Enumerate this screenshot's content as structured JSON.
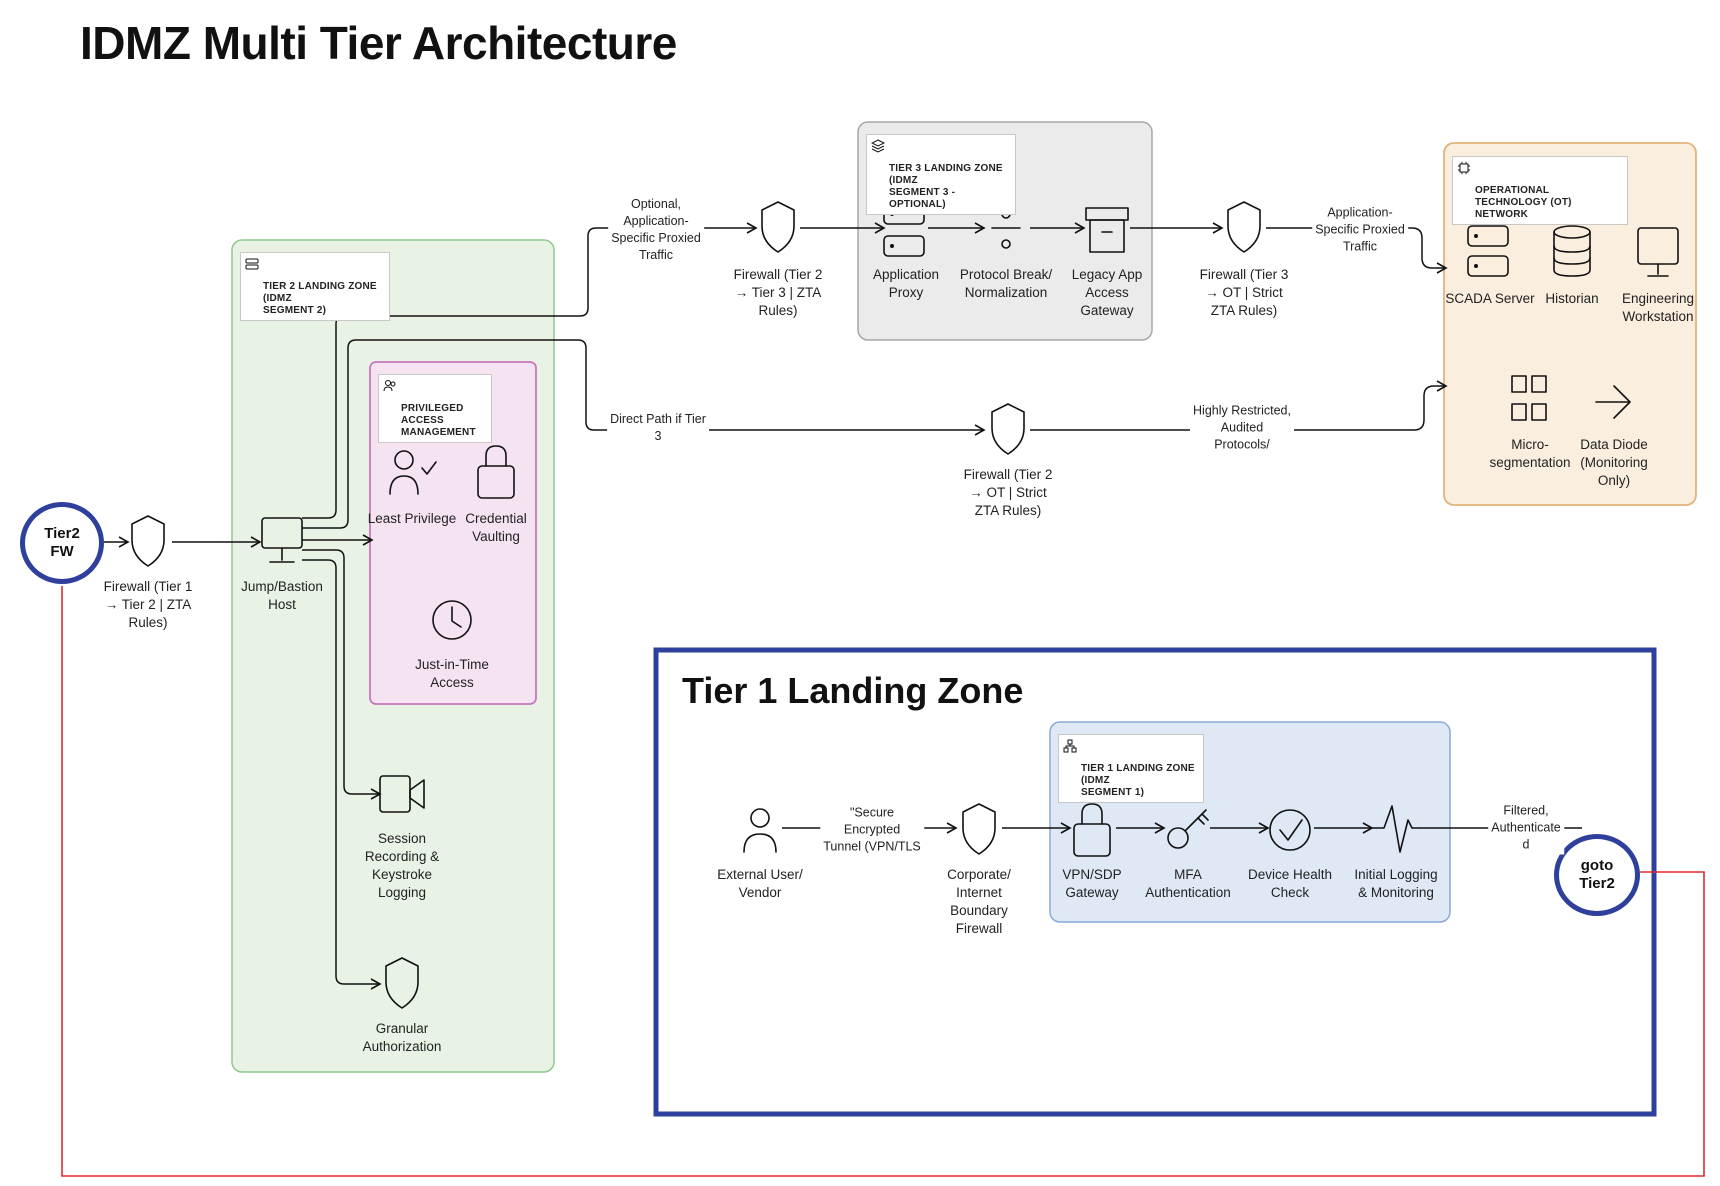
{
  "title": "IDMZ Multi Tier Architecture",
  "colors": {
    "tier2_fill": "#e8f3e6",
    "tier2_border": "#8ec98d",
    "pam_fill": "#f6e3f2",
    "pam_border": "#c678bb",
    "tier3_fill": "#ebebeb",
    "tier3_border": "#a8a8a8",
    "ot_fill": "#faeedf",
    "ot_border": "#e3b27a",
    "tier1_fill": "#dfe9f6",
    "tier1_border": "#8aaad4",
    "frame": "#2e3f9c",
    "loop": "#e02b2b",
    "line": "#111111"
  },
  "connectors": {
    "tier2_fw": "Tier2\nFW",
    "goto_tier2": "goto\nTier2"
  },
  "zones": {
    "tier2": "TIER 2 LANDING ZONE (IDMZ\nSEGMENT 2)",
    "pam": "PRIVILEGED ACCESS\nMANAGEMENT",
    "tier3": "TIER 3 LANDING ZONE (IDMZ\nSEGMENT 3 - OPTIONAL)",
    "ot": "OPERATIONAL TECHNOLOGY (OT)\nNETWORK",
    "tier1": "TIER 1 LANDING ZONE (IDMZ\nSEGMENT 1)",
    "tier1_frame_title": "Tier 1 Landing Zone"
  },
  "nodes": {
    "fw_t1_t2": "Firewall (Tier 1\n→ Tier 2 | ZTA\nRules)",
    "jump_host": "Jump/Bastion\nHost",
    "least_privilege": "Least Privilege",
    "credential_vaulting": "Credential\nVaulting",
    "jit_access": "Just-in-Time\nAccess",
    "session_recording": "Session\nRecording &\nKeystroke\nLogging",
    "granular_auth": "Granular\nAuthorization",
    "fw_t2_t3": "Firewall (Tier 2\n→ Tier 3 | ZTA\nRules)",
    "app_proxy": "Application\nProxy",
    "protocol_break": "Protocol Break/\nNormalization",
    "legacy_gateway": "Legacy App\nAccess\nGateway",
    "fw_t3_ot": "Firewall (Tier 3\n→ OT | Strict\nZTA Rules)",
    "fw_t2_ot": "Firewall (Tier 2\n→ OT | Strict\nZTA Rules)",
    "scada": "SCADA Server",
    "historian": "Historian",
    "eng_ws": "Engineering\nWorkstation",
    "micro_seg": "Micro-\nsegmentation",
    "data_diode": "Data Diode\n(Monitoring\nOnly)",
    "external_user": "External User/\nVendor",
    "corp_fw": "Corporate/\nInternet\nBoundary\nFirewall",
    "vpn_gw": "VPN/SDP\nGateway",
    "mfa": "MFA\nAuthentication",
    "device_health": "Device Health\nCheck",
    "init_logging": "Initial Logging\n& Monitoring"
  },
  "edges": {
    "optional_path": "Optional,\nApplication-\nSpecific Proxied\nTraffic",
    "app_proxied": "Application-\nSpecific Proxied\nTraffic",
    "direct_path": "Direct Path if Tier\n3",
    "restricted": "Highly Restricted,\nAudited\nProtocols/",
    "secure_tunnel": "\"Secure\nEncrypted\nTunnel (VPN/TLS",
    "filtered": "Filtered,\nAuthenticate\nd"
  }
}
